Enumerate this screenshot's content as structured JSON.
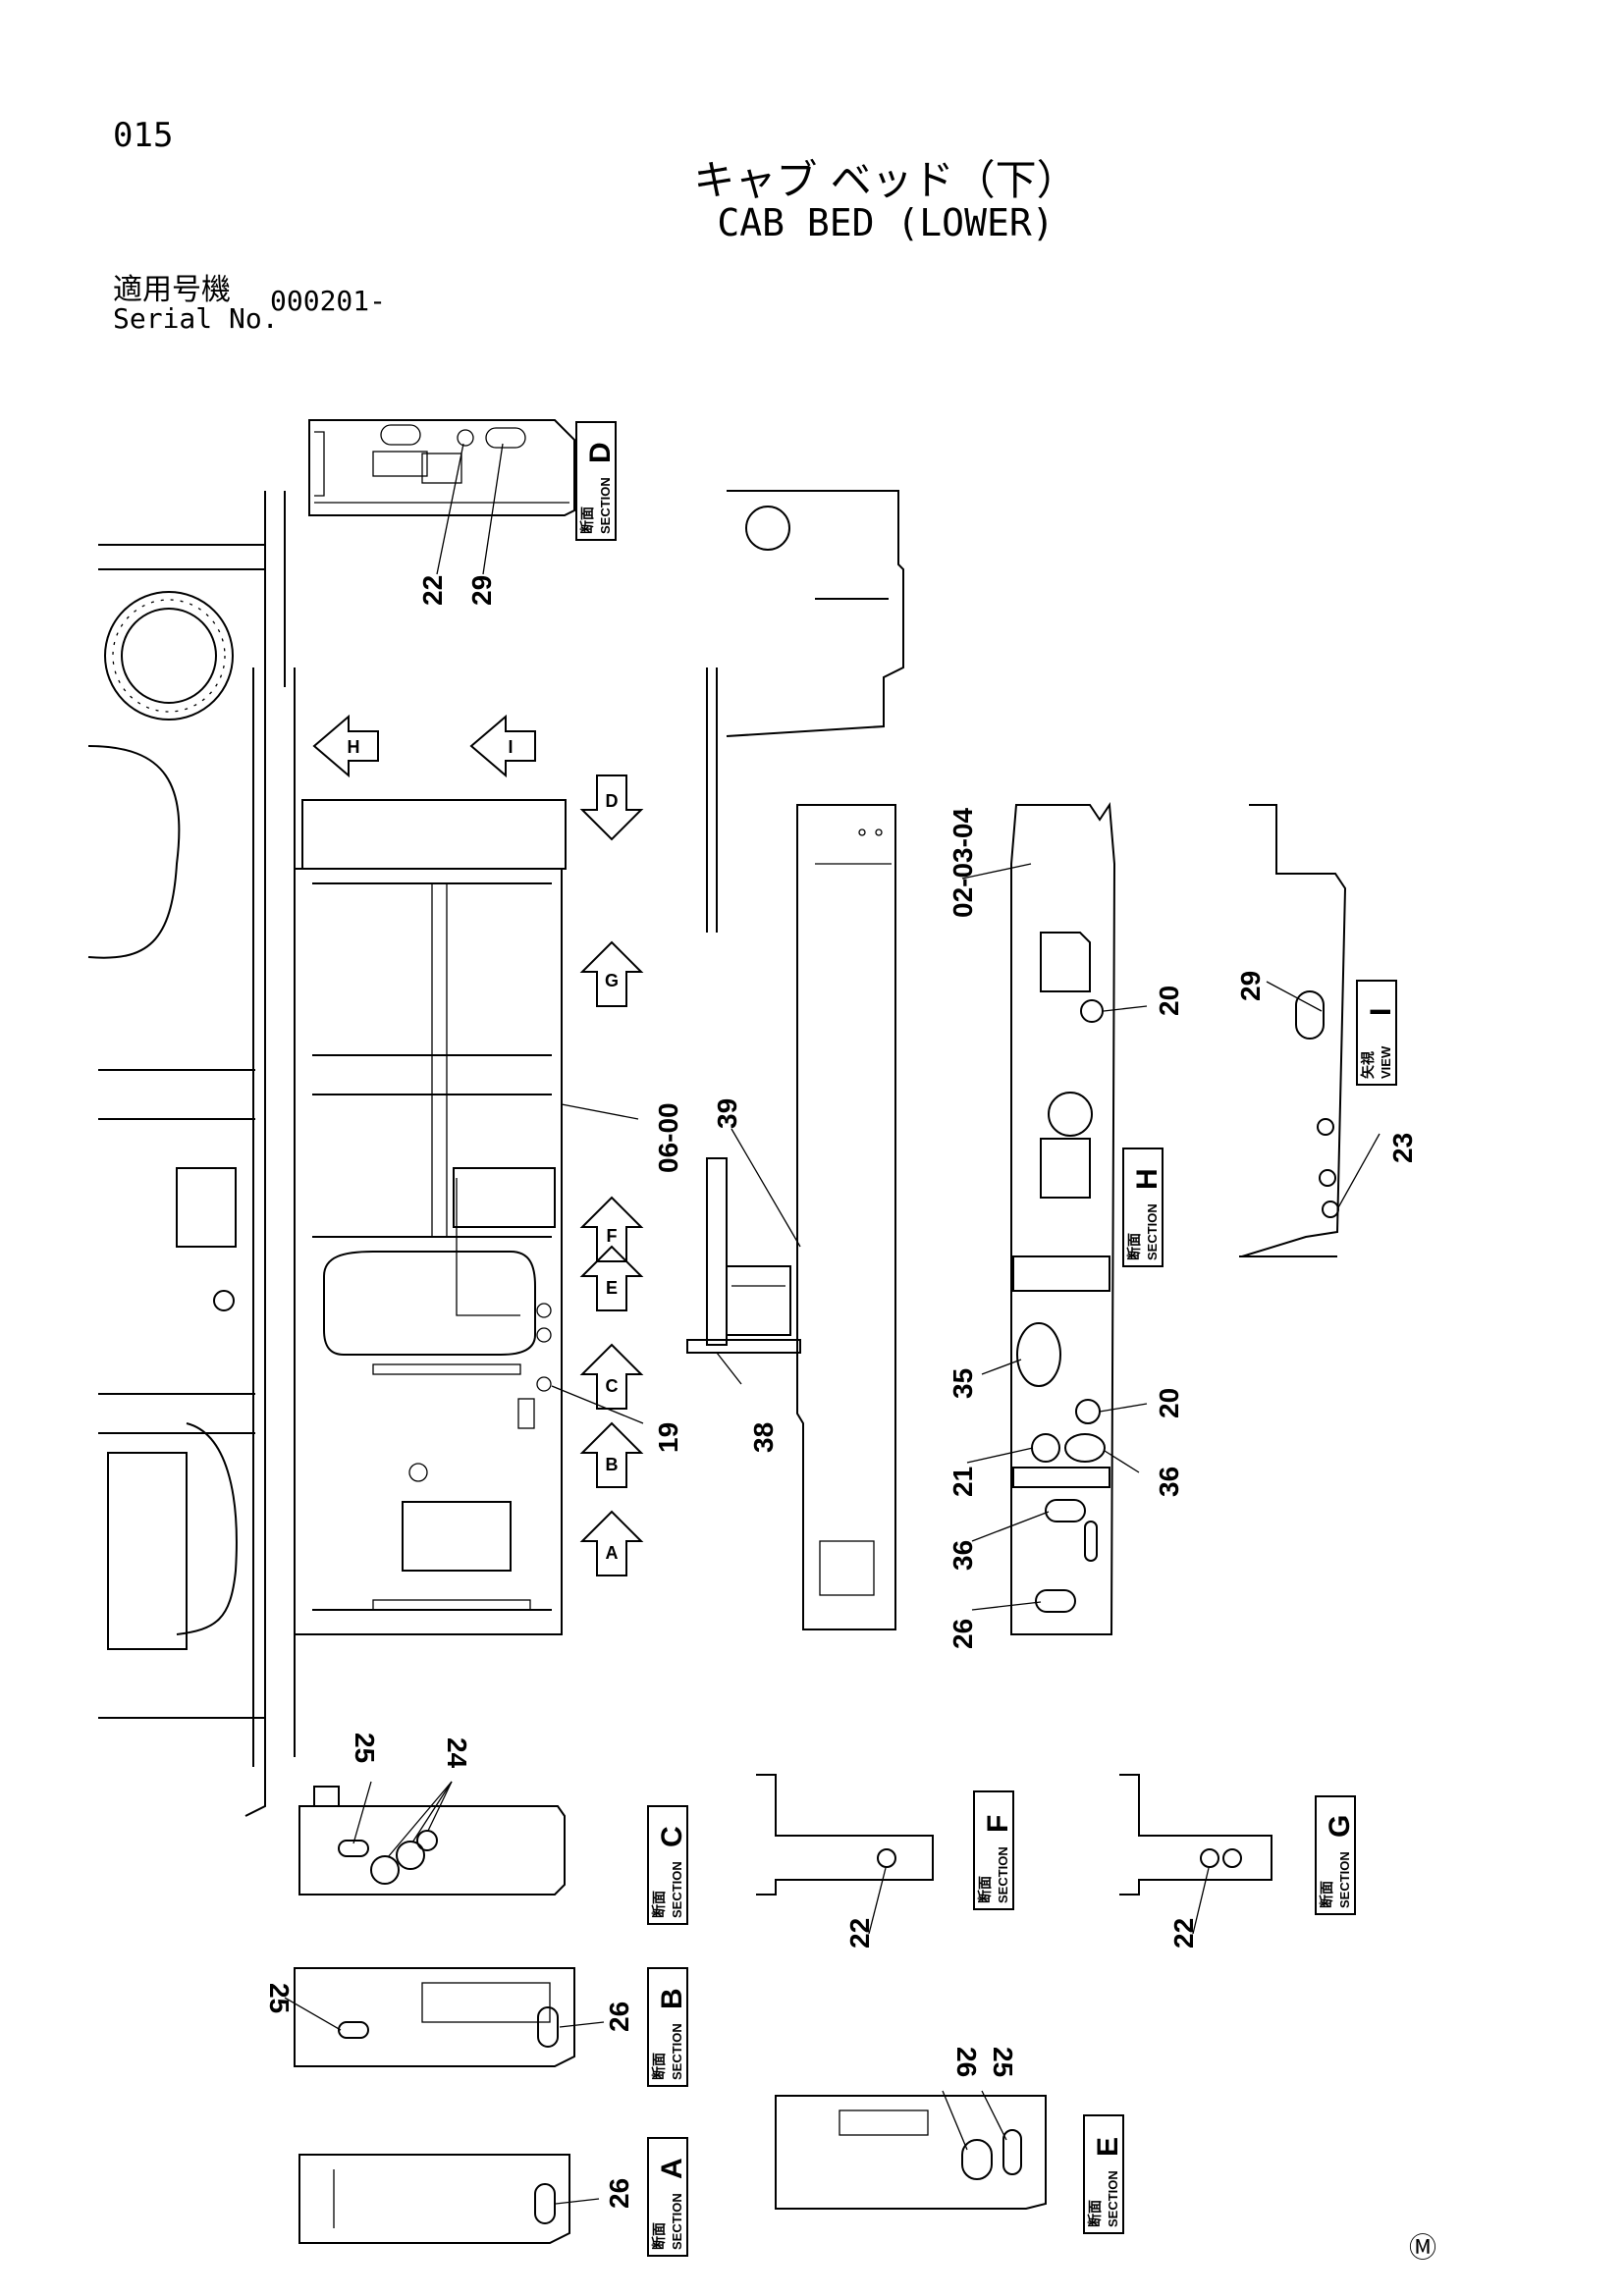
{
  "header": {
    "page_number": "015",
    "title_jp": "キャブ ベッド（下）",
    "title_en": "CAB BED (LOWER)",
    "serial_label_jp": "適用号機",
    "serial_label_en": "Serial No.",
    "serial_value": "000201-"
  },
  "callouts": [
    "22",
    "29",
    "02-03-04",
    "20",
    "29",
    "23",
    "06-00",
    "39",
    "35",
    "20",
    "19",
    "38",
    "21",
    "36",
    "36",
    "26",
    "25",
    "24",
    "22",
    "22",
    "25",
    "26",
    "26",
    "25",
    "26"
  ],
  "sections": [
    {
      "jp": "断面",
      "en": "SECTION",
      "letter": "D"
    },
    {
      "jp": "断面",
      "en": "SECTION",
      "letter": "H"
    },
    {
      "jp": "矢視",
      "en": "VIEW",
      "letter": "I"
    },
    {
      "jp": "断面",
      "en": "SECTION",
      "letter": "C"
    },
    {
      "jp": "断面",
      "en": "SECTION",
      "letter": "F"
    },
    {
      "jp": "断面",
      "en": "SECTION",
      "letter": "G"
    },
    {
      "jp": "断面",
      "en": "SECTION",
      "letter": "B"
    },
    {
      "jp": "断面",
      "en": "SECTION",
      "letter": "E"
    },
    {
      "jp": "断面",
      "en": "SECTION",
      "letter": "A"
    }
  ],
  "view_arrows": [
    "H",
    "I",
    "D",
    "G",
    "F",
    "E",
    "C",
    "B",
    "A"
  ],
  "footer": {
    "mark": "Ⓜ"
  }
}
